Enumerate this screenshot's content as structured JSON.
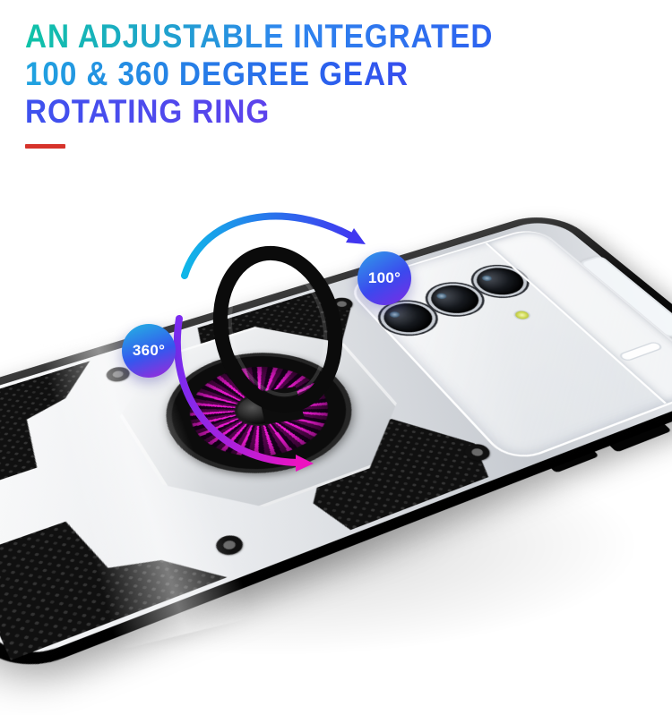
{
  "headline": {
    "line1": "AN ADJUSTABLE INTEGRATED",
    "line2": "100 & 360 DEGREE GEAR",
    "line3": "ROTATING RING",
    "gradient_colors": [
      "#0fc3a7",
      "#2e86ee",
      "#7a33ea"
    ]
  },
  "accent_bar": {
    "color": "#d6332b"
  },
  "badges": {
    "camera_angle": {
      "label": "100°",
      "gradient": [
        "#2f9fe8",
        "#3b49ee",
        "#7e2be4"
      ]
    },
    "ring_rotation": {
      "label": "360°",
      "gradient": [
        "#23b7e2",
        "#3457ee",
        "#a526d8"
      ]
    }
  },
  "illustration": {
    "case_finish_color": "#d9dde1",
    "rim_color": "#0a0a0a",
    "finger_ring_color": "#0b0b0b",
    "disc_burst_color": "#e816cf",
    "flash_color": "#cdd84a",
    "camera_lens_count": 3,
    "arrow_gradient_blue": [
      "#10b6e8",
      "#4136f0"
    ],
    "arrow_gradient_magenta": [
      "#7a2bf0",
      "#ec13c0"
    ]
  }
}
